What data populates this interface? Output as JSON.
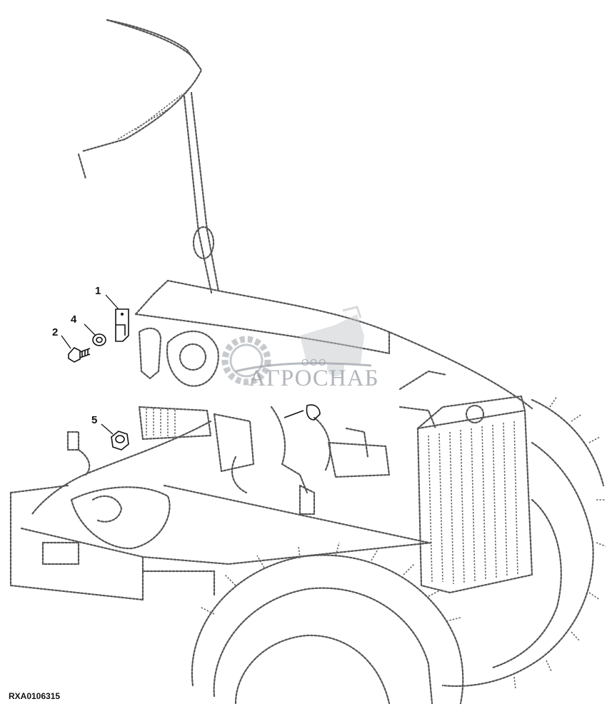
{
  "figure": {
    "code": "RXA0106315",
    "callouts": [
      {
        "id": "1",
        "label": "1"
      },
      {
        "id": "2",
        "label": "2"
      },
      {
        "id": "4",
        "label": "4"
      },
      {
        "id": "5",
        "label": "5"
      }
    ]
  },
  "watermark": {
    "prefix": "ООО",
    "name": "АГРОСНАБ",
    "color": "#9aa0a6"
  },
  "colors": {
    "line": "#555555",
    "ink": "#111111",
    "background": "#ffffff"
  }
}
